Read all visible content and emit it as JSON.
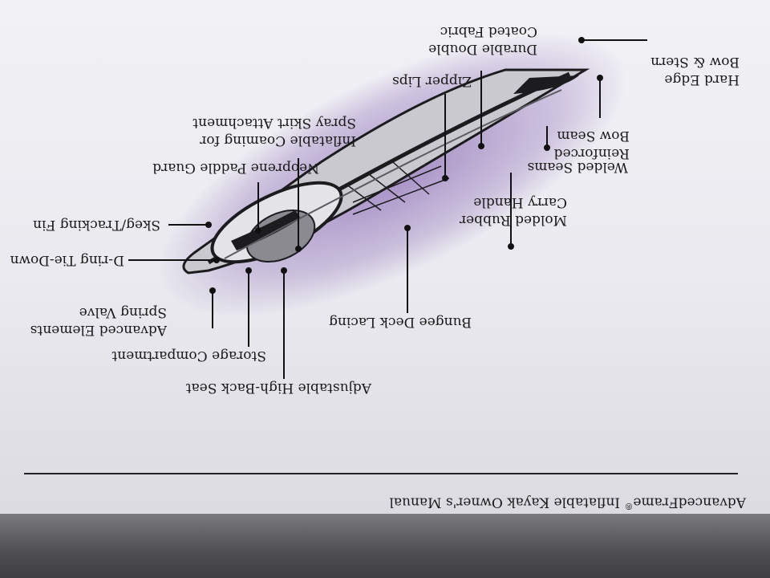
{
  "manual": {
    "footer_brand": "AdvancedFrame",
    "footer_registered_mark": "®",
    "footer_title": " Inflatable Kayak Owner's Manual"
  },
  "callouts": {
    "bow_stern": [
      "Hard Edge",
      "Bow & Stern"
    ],
    "fabric": [
      "Durable Double",
      "Coated Fabric"
    ],
    "zipper": [
      "Zipper Lips"
    ],
    "coaming": [
      "Inflatable Coaming for",
      "Spray Skirt Attachment"
    ],
    "paddle_guard": [
      "Neoprene Paddle Guard"
    ],
    "bow_seam": [
      "Reinforced",
      "Bow Seam"
    ],
    "welded": [
      "Welded Seams"
    ],
    "skeg": [
      "Skeg/Tracking Fin"
    ],
    "carry_handle": [
      "Molded Rubber",
      "Carry Handle"
    ],
    "d_ring": [
      "D-ring Tie-Down"
    ],
    "bungee": [
      "Bungee Deck Lacing"
    ],
    "spring_valve": [
      "Advanced Elements",
      "Spring Valve"
    ],
    "storage": [
      "Storage Compartment"
    ],
    "seat": [
      "Adjustable High-Back Seat"
    ]
  },
  "colors": {
    "kayak_hull": "#c9c9cf",
    "kayak_deck": "#1c1c1f",
    "glow": "#6a3fa0",
    "ink": "#111111"
  }
}
